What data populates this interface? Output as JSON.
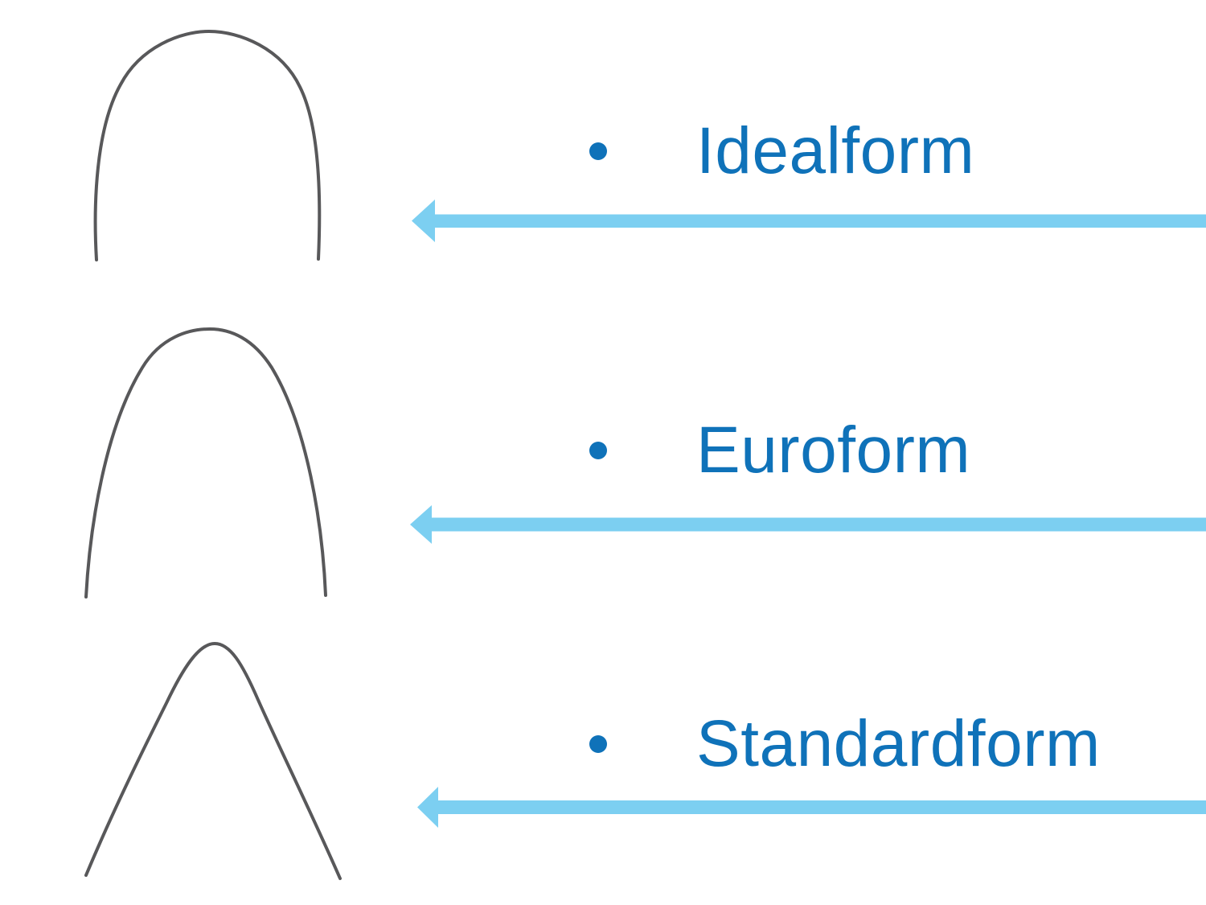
{
  "colors": {
    "label": "#0f72b9",
    "bullet": "#0f72b9",
    "arrow": "#7ccff1",
    "wire": "#58585a",
    "background": "#ffffff"
  },
  "items": [
    {
      "label": "Idealform",
      "icon": "idealform-archwire-icon",
      "arrow_icon": "left-arrow-icon"
    },
    {
      "label": "Euroform",
      "icon": "euroform-archwire-icon",
      "arrow_icon": "left-arrow-icon"
    },
    {
      "label": "Standardform",
      "icon": "standardform-archwire-icon",
      "arrow_icon": "left-arrow-icon"
    }
  ]
}
